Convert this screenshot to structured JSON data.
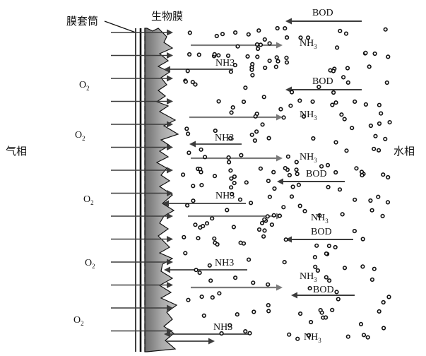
{
  "labels": {
    "membrane_sleeve": "膜套筒",
    "biofilm": "生物膜",
    "gas_phase": "气相",
    "water_phase": "水相"
  },
  "species": {
    "oxygen": {
      "symbol": "O",
      "subscript": "2"
    },
    "ammonia_h3": "NH3",
    "ammonia_sub": {
      "symbol": "NH",
      "subscript": "3"
    },
    "bod": "BOD"
  },
  "colors": {
    "line": "#111111",
    "biofilm_fill": "#9a9a9a",
    "grey_arrow": "#7a7a7a",
    "dark_arrow": "#3c3c3c",
    "particle": "#111111"
  }
}
